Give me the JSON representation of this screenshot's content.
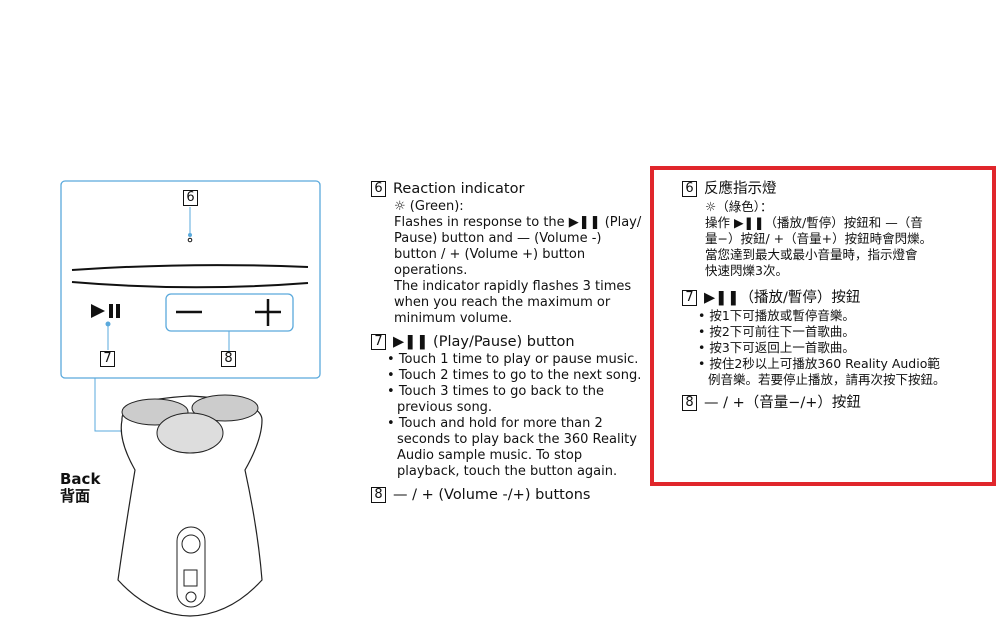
{
  "diagram": {
    "callouts": [
      "6",
      "7",
      "8"
    ],
    "back_label_en": "Back",
    "back_label_zh": "背面",
    "accent": "#5aa9dc"
  },
  "en": {
    "s6": {
      "num": "6",
      "title": "Reaction indicator",
      "color": "(Green):",
      "lines": [
        "Flashes in response to the ▶❚❚ (Play/",
        "Pause) button and — (Volume -)",
        "button / + (Volume +) button",
        "operations.",
        "The indicator rapidly flashes 3 times",
        "when you reach the maximum or",
        "minimum volume."
      ]
    },
    "s7": {
      "num": "7",
      "title": "▶❚❚ (Play/Pause) button",
      "items": [
        "Touch 1 time to play or pause music.",
        "Touch 2 times to go to the next song.",
        "Touch 3 times to go back to the previous song.",
        "Touch and hold for more than 2 seconds to play back the 360 Reality Audio sample music. To stop playback, touch the button again."
      ]
    },
    "s8": {
      "num": "8",
      "title": "— / + (Volume -/+) buttons"
    }
  },
  "zh": {
    "border_color": "#e0262b",
    "s6": {
      "num": "6",
      "title": "反應指示燈",
      "color": "（綠色）：",
      "lines": [
        "操作 ▶❚❚（播放/暫停）按鈕和 —（音",
        "量−）按鈕/ +（音量+）按鈕時會閃爍。",
        "當您達到最大或最小音量時，指示燈會",
        "快速閃爍3次。"
      ]
    },
    "s7": {
      "num": "7",
      "title": "▶❚❚（播放/暫停）按鈕",
      "items": [
        "按1下可播放或暫停音樂。",
        "按2下可前往下一首歌曲。",
        "按3下可返回上一首歌曲。",
        "按住2秒以上可播放360 Reality Audio範例音樂。若要停止播放，請再次按下按鈕。"
      ]
    },
    "s8": {
      "num": "8",
      "title": "— / +（音量−/+）按鈕"
    }
  }
}
